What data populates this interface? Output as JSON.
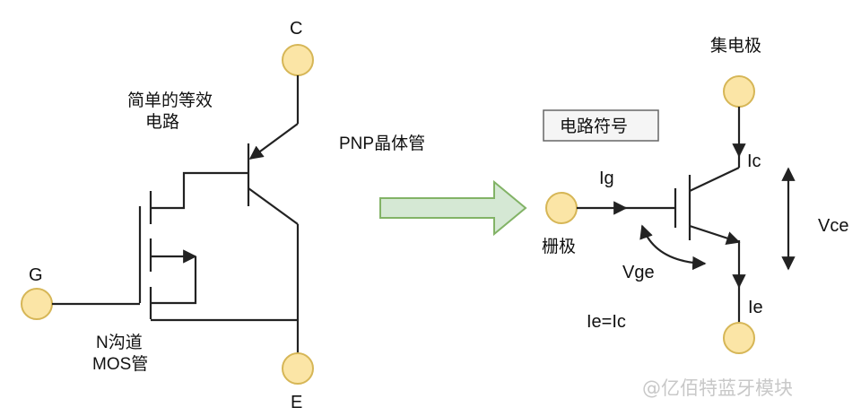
{
  "colors": {
    "terminal_fill": "#fbe5a6",
    "terminal_stroke": "#d6b656",
    "arrow_fill": "#d5e8d4",
    "arrow_stroke": "#82b366",
    "box_fill": "#f5f5f5",
    "box_stroke": "#666666",
    "wire": "#222222"
  },
  "left": {
    "title_line1": "简单的等效",
    "title_line2": "电路",
    "terminal_c": "C",
    "terminal_g": "G",
    "terminal_e": "E",
    "pnp_label": "PNP晶体管",
    "mos_line1": "N沟道",
    "mos_line2": "MOS管"
  },
  "right": {
    "symbol_box": "电路符号",
    "collector": "集电极",
    "gate": "栅极",
    "ig": "Ig",
    "ic": "Ic",
    "ie": "Ie",
    "vge": "Vge",
    "vce": "Vce",
    "relation": "Ie=Ic"
  },
  "watermark": "@亿佰特蓝牙模块"
}
